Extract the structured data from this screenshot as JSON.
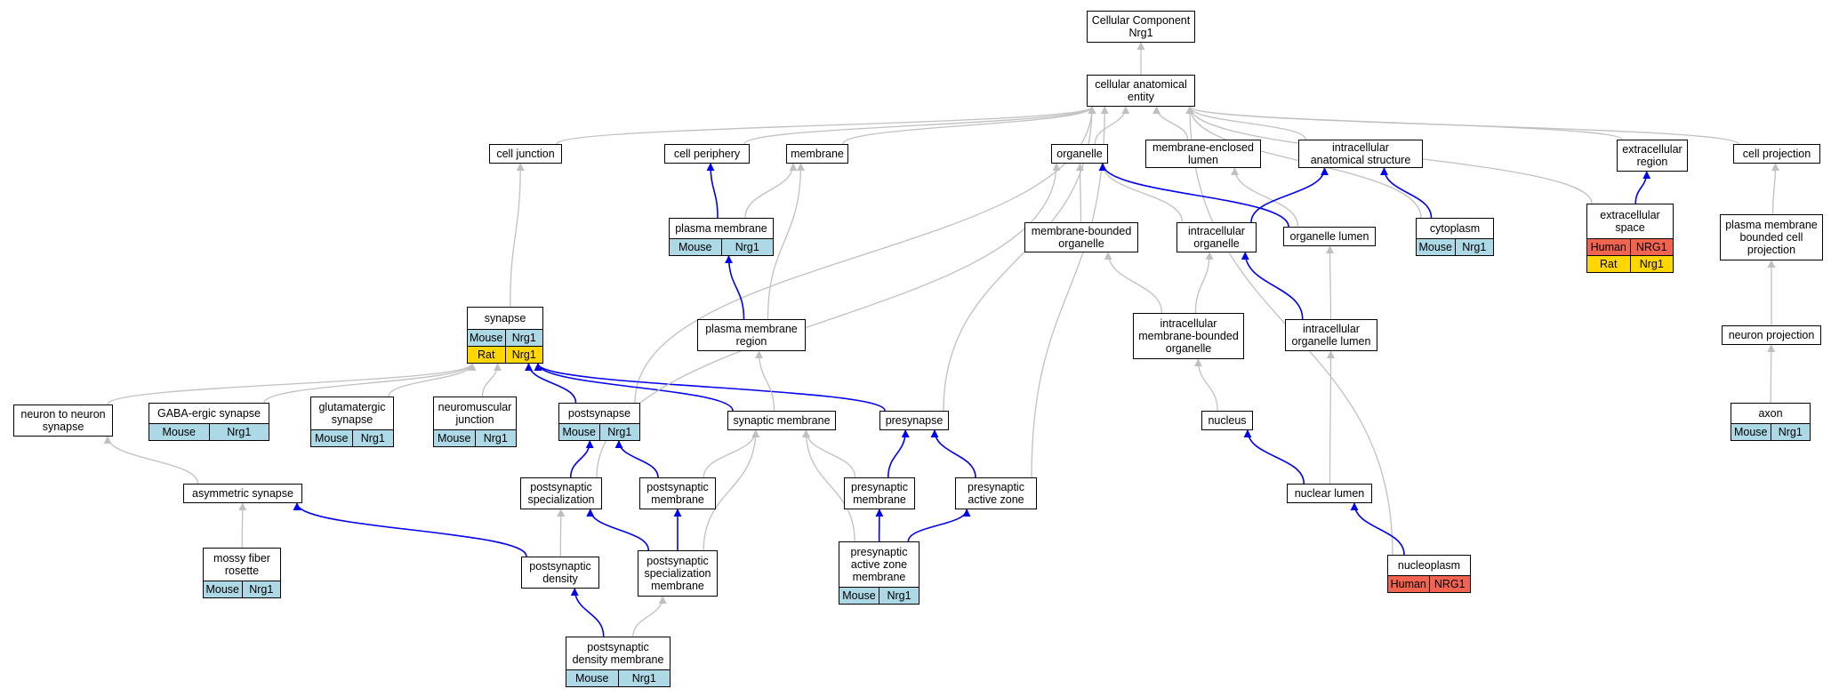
{
  "colors": {
    "gray_edge": "#c0c0c0",
    "blue_edge": "#0000ee",
    "mouse": "#add8e6",
    "rat": "#ffd700",
    "human": "#f26450"
  },
  "nodes": [
    {
      "id": "cc",
      "label": "Cellular Component\nNrg1"
    },
    {
      "id": "cae",
      "label": "cellular anatomical\nentity"
    },
    {
      "id": "cj",
      "label": "cell junction"
    },
    {
      "id": "cp",
      "label": "cell periphery"
    },
    {
      "id": "mem",
      "label": "membrane"
    },
    {
      "id": "org",
      "label": "organelle"
    },
    {
      "id": "mel",
      "label": "membrane-enclosed\nlumen"
    },
    {
      "id": "ias",
      "label": "intracellular\nanatomical structure"
    },
    {
      "id": "ecr",
      "label": "extracellular\nregion"
    },
    {
      "id": "cproj",
      "label": "cell projection"
    },
    {
      "id": "pm",
      "label": "plasma membrane",
      "rows": [
        [
          {
            "t": "Mouse",
            "c": "mouse"
          },
          {
            "t": "Nrg1",
            "c": "mouse"
          }
        ]
      ]
    },
    {
      "id": "mbo",
      "label": "membrane-bounded\norganelle"
    },
    {
      "id": "io",
      "label": "intracellular\norganelle"
    },
    {
      "id": "ol",
      "label": "organelle lumen"
    },
    {
      "id": "cyt",
      "label": "cytoplasm",
      "rows": [
        [
          {
            "t": "Mouse",
            "c": "mouse"
          },
          {
            "t": "Nrg1",
            "c": "mouse"
          }
        ]
      ]
    },
    {
      "id": "ecs",
      "label": "extracellular\nspace",
      "rows": [
        [
          {
            "t": "Human",
            "c": "human"
          },
          {
            "t": "NRG1",
            "c": "human"
          }
        ],
        [
          {
            "t": "Rat",
            "c": "rat"
          },
          {
            "t": "Nrg1",
            "c": "rat"
          }
        ]
      ]
    },
    {
      "id": "pmbcp",
      "label": "plasma membrane\nbounded cell\nprojection"
    },
    {
      "id": "syn",
      "label": "synapse",
      "rows": [
        [
          {
            "t": "Mouse",
            "c": "mouse"
          },
          {
            "t": "Nrg1",
            "c": "mouse"
          }
        ],
        [
          {
            "t": "Rat",
            "c": "rat"
          },
          {
            "t": "Nrg1",
            "c": "rat"
          }
        ]
      ]
    },
    {
      "id": "pmr",
      "label": "plasma membrane\nregion"
    },
    {
      "id": "imbo",
      "label": "intracellular\nmembrane-bounded\norganelle"
    },
    {
      "id": "iol",
      "label": "intracellular\norganelle lumen"
    },
    {
      "id": "np",
      "label": "neuron projection"
    },
    {
      "id": "nns",
      "label": "neuron to neuron\nsynapse"
    },
    {
      "id": "gaba",
      "label": "GABA-ergic synapse",
      "rows": [
        [
          {
            "t": "Mouse",
            "c": "mouse"
          },
          {
            "t": "Nrg1",
            "c": "mouse"
          }
        ]
      ]
    },
    {
      "id": "glu",
      "label": "glutamatergic\nsynapse",
      "rows": [
        [
          {
            "t": "Mouse",
            "c": "mouse"
          },
          {
            "t": "Nrg1",
            "c": "mouse"
          }
        ]
      ]
    },
    {
      "id": "nmj",
      "label": "neuromuscular\njunction",
      "rows": [
        [
          {
            "t": "Mouse",
            "c": "mouse"
          },
          {
            "t": "Nrg1",
            "c": "mouse"
          }
        ]
      ]
    },
    {
      "id": "post",
      "label": "postsynapse",
      "rows": [
        [
          {
            "t": "Mouse",
            "c": "mouse"
          },
          {
            "t": "Nrg1",
            "c": "mouse"
          }
        ]
      ]
    },
    {
      "id": "sm",
      "label": "synaptic membrane"
    },
    {
      "id": "pre",
      "label": "presynapse"
    },
    {
      "id": "nuc",
      "label": "nucleus"
    },
    {
      "id": "axon",
      "label": "axon",
      "rows": [
        [
          {
            "t": "Mouse",
            "c": "mouse"
          },
          {
            "t": "Nrg1",
            "c": "mouse"
          }
        ]
      ]
    },
    {
      "id": "asym",
      "label": "asymmetric synapse"
    },
    {
      "id": "pss",
      "label": "postsynaptic\nspecialization"
    },
    {
      "id": "psm",
      "label": "postsynaptic\nmembrane"
    },
    {
      "id": "prm",
      "label": "presynaptic\nmembrane"
    },
    {
      "id": "paz",
      "label": "presynaptic\nactive zone"
    },
    {
      "id": "nl",
      "label": "nuclear lumen"
    },
    {
      "id": "mfr",
      "label": "mossy fiber\nrosette",
      "rows": [
        [
          {
            "t": "Mouse",
            "c": "mouse"
          },
          {
            "t": "Nrg1",
            "c": "mouse"
          }
        ]
      ]
    },
    {
      "id": "psd",
      "label": "postsynaptic\ndensity"
    },
    {
      "id": "pssm",
      "label": "postsynaptic\nspecialization\nmembrane"
    },
    {
      "id": "pazm",
      "label": "presynaptic\nactive zone\nmembrane",
      "rows": [
        [
          {
            "t": "Mouse",
            "c": "mouse"
          },
          {
            "t": "Nrg1",
            "c": "mouse"
          }
        ]
      ]
    },
    {
      "id": "nplasm",
      "label": "nucleoplasm",
      "rows": [
        [
          {
            "t": "Human",
            "c": "human"
          },
          {
            "t": "NRG1",
            "c": "human"
          }
        ]
      ]
    },
    {
      "id": "psdm",
      "label": "postsynaptic\ndensity membrane",
      "rows": [
        [
          {
            "t": "Mouse",
            "c": "mouse"
          },
          {
            "t": "Nrg1",
            "c": "mouse"
          }
        ]
      ]
    }
  ],
  "edges": [
    {
      "from": "cae",
      "to": "cc",
      "kind": "is_a"
    },
    {
      "from": "cj",
      "to": "cae",
      "kind": "is_a"
    },
    {
      "from": "cp",
      "to": "cae",
      "kind": "is_a"
    },
    {
      "from": "mem",
      "to": "cae",
      "kind": "is_a"
    },
    {
      "from": "org",
      "to": "cae",
      "kind": "is_a"
    },
    {
      "from": "mel",
      "to": "cae",
      "kind": "is_a"
    },
    {
      "from": "ias",
      "to": "cae",
      "kind": "is_a"
    },
    {
      "from": "ecr",
      "to": "cae",
      "kind": "is_a"
    },
    {
      "from": "cproj",
      "to": "cae",
      "kind": "is_a"
    },
    {
      "from": "post",
      "to": "cae",
      "kind": "is_a"
    },
    {
      "from": "pre",
      "to": "cae",
      "kind": "is_a"
    },
    {
      "from": "paz",
      "to": "cae",
      "kind": "is_a"
    },
    {
      "from": "cyt",
      "to": "cae",
      "kind": "is_a"
    },
    {
      "from": "nplasm",
      "to": "cae",
      "kind": "is_a"
    },
    {
      "from": "ecs",
      "to": "cae",
      "kind": "is_a"
    },
    {
      "from": "pm",
      "to": "cp",
      "kind": "part_of"
    },
    {
      "from": "pm",
      "to": "mem",
      "kind": "is_a"
    },
    {
      "from": "pmr",
      "to": "mem",
      "kind": "is_a"
    },
    {
      "from": "pmr",
      "to": "pm",
      "kind": "part_of"
    },
    {
      "from": "mbo",
      "to": "org",
      "kind": "is_a"
    },
    {
      "from": "io",
      "to": "org",
      "kind": "is_a"
    },
    {
      "from": "ol",
      "to": "org",
      "kind": "part_of"
    },
    {
      "from": "ol",
      "to": "mel",
      "kind": "is_a"
    },
    {
      "from": "io",
      "to": "ias",
      "kind": "part_of"
    },
    {
      "from": "cyt",
      "to": "ias",
      "kind": "part_of"
    },
    {
      "from": "ecs",
      "to": "ecr",
      "kind": "part_of"
    },
    {
      "from": "pmbcp",
      "to": "cproj",
      "kind": "is_a"
    },
    {
      "from": "syn",
      "to": "cj",
      "kind": "is_a"
    },
    {
      "from": "imbo",
      "to": "mbo",
      "kind": "is_a"
    },
    {
      "from": "imbo",
      "to": "io",
      "kind": "is_a"
    },
    {
      "from": "iol",
      "to": "ol",
      "kind": "is_a"
    },
    {
      "from": "iol",
      "to": "io",
      "kind": "part_of"
    },
    {
      "from": "np",
      "to": "pmbcp",
      "kind": "is_a"
    },
    {
      "from": "axon",
      "to": "np",
      "kind": "is_a"
    },
    {
      "from": "nns",
      "to": "syn",
      "kind": "is_a"
    },
    {
      "from": "gaba",
      "to": "syn",
      "kind": "is_a"
    },
    {
      "from": "glu",
      "to": "syn",
      "kind": "is_a"
    },
    {
      "from": "nmj",
      "to": "syn",
      "kind": "is_a"
    },
    {
      "from": "post",
      "to": "syn",
      "kind": "part_of"
    },
    {
      "from": "sm",
      "to": "syn",
      "kind": "part_of"
    },
    {
      "from": "pre",
      "to": "syn",
      "kind": "part_of"
    },
    {
      "from": "sm",
      "to": "pmr",
      "kind": "is_a"
    },
    {
      "from": "nuc",
      "to": "imbo",
      "kind": "is_a"
    },
    {
      "from": "asym",
      "to": "nns",
      "kind": "is_a"
    },
    {
      "from": "pss",
      "to": "post",
      "kind": "part_of"
    },
    {
      "from": "psm",
      "to": "post",
      "kind": "part_of"
    },
    {
      "from": "pss",
      "to": "org",
      "kind": "is_a"
    },
    {
      "from": "psm",
      "to": "sm",
      "kind": "is_a"
    },
    {
      "from": "prm",
      "to": "sm",
      "kind": "is_a"
    },
    {
      "from": "prm",
      "to": "pre",
      "kind": "part_of"
    },
    {
      "from": "paz",
      "to": "pre",
      "kind": "part_of"
    },
    {
      "from": "nl",
      "to": "iol",
      "kind": "is_a"
    },
    {
      "from": "nl",
      "to": "nuc",
      "kind": "part_of"
    },
    {
      "from": "mfr",
      "to": "asym",
      "kind": "is_a"
    },
    {
      "from": "psd",
      "to": "asym",
      "kind": "part_of"
    },
    {
      "from": "psd",
      "to": "pss",
      "kind": "is_a"
    },
    {
      "from": "pssm",
      "to": "pss",
      "kind": "part_of"
    },
    {
      "from": "pssm",
      "to": "psm",
      "kind": "part_of"
    },
    {
      "from": "pssm",
      "to": "sm",
      "kind": "is_a"
    },
    {
      "from": "pazm",
      "to": "prm",
      "kind": "part_of"
    },
    {
      "from": "pazm",
      "to": "paz",
      "kind": "part_of"
    },
    {
      "from": "pazm",
      "to": "sm",
      "kind": "is_a"
    },
    {
      "from": "nplasm",
      "to": "nl",
      "kind": "part_of"
    },
    {
      "from": "psdm",
      "to": "psd",
      "kind": "part_of"
    },
    {
      "from": "psdm",
      "to": "pssm",
      "kind": "is_a"
    }
  ]
}
